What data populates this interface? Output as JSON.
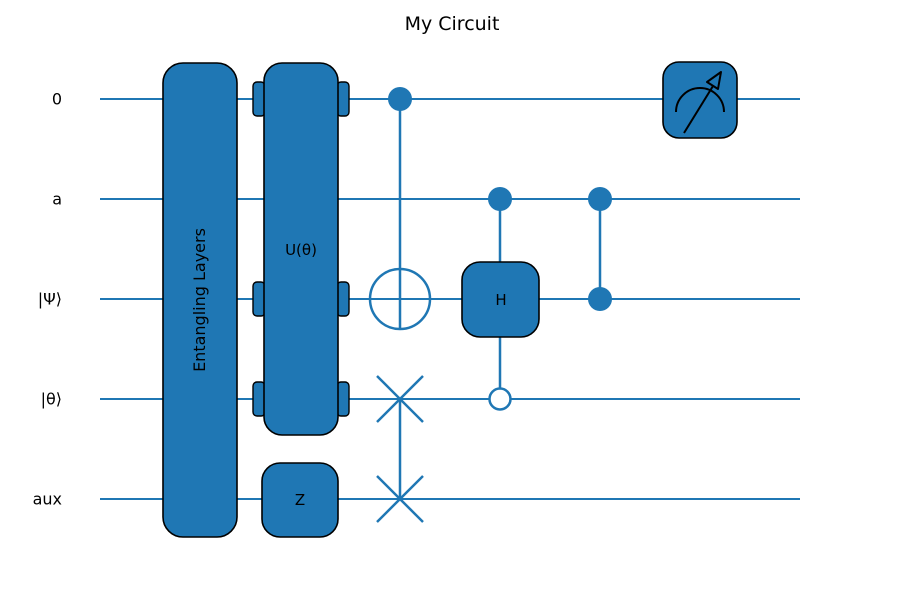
{
  "title": "My Circuit",
  "colors": {
    "primary": "#1f77b4",
    "wire": "#1f77b4",
    "edge": "#000000",
    "background": "#ffffff"
  },
  "wires": [
    {
      "label": "0"
    },
    {
      "label": "a"
    },
    {
      "label": "|Ψ⟩"
    },
    {
      "label": "|θ⟩"
    },
    {
      "label": "aux"
    }
  ],
  "gates": {
    "entangling": {
      "label": "Entangling Layers",
      "type": "multi-qubit-box",
      "wires": [
        "0",
        "a",
        "|Ψ⟩",
        "|θ⟩",
        "aux"
      ]
    },
    "unitary": {
      "label": "U(θ)",
      "type": "multi-qubit-box",
      "wires": [
        "0",
        "|Ψ⟩",
        "|θ⟩"
      ]
    },
    "z_gate": {
      "label": "Z",
      "type": "single-qubit-box",
      "wires": [
        "aux"
      ]
    },
    "cnot": {
      "type": "CNOT",
      "control_wires": [
        "0"
      ],
      "target_wire": "|Ψ⟩"
    },
    "swap": {
      "type": "SWAP",
      "wires": [
        "|θ⟩",
        "aux"
      ]
    },
    "controlled_h": {
      "label": "H",
      "type": "controlled-box",
      "control_wires": [
        "a"
      ],
      "anti_control_wires": [
        "|θ⟩"
      ],
      "target_wire": "|Ψ⟩"
    },
    "cz": {
      "type": "CZ",
      "wires": [
        "a",
        "|Ψ⟩"
      ]
    },
    "measurement": {
      "type": "measurement",
      "wires": [
        "0"
      ]
    }
  },
  "chart_data": {
    "type": "quantum-circuit-diagram",
    "title": "My Circuit",
    "wire_labels": [
      "0",
      "a",
      "|Ψ⟩",
      "|θ⟩",
      "aux"
    ],
    "operations": [
      {
        "name": "Entangling Layers",
        "wires": [
          "0",
          "a",
          "|Ψ⟩",
          "|θ⟩",
          "aux"
        ]
      },
      {
        "name": "U(θ)",
        "wires": [
          "0",
          "|Ψ⟩",
          "|θ⟩"
        ]
      },
      {
        "name": "Z",
        "wires": [
          "aux"
        ]
      },
      {
        "name": "CNOT",
        "control": [
          "0"
        ],
        "target": [
          "|Ψ⟩"
        ]
      },
      {
        "name": "SWAP",
        "wires": [
          "|θ⟩",
          "aux"
        ]
      },
      {
        "name": "Controlled-H",
        "control": [
          "a"
        ],
        "anti_control": [
          "|θ⟩"
        ],
        "target": [
          "|Ψ⟩"
        ]
      },
      {
        "name": "CZ",
        "wires": [
          "a",
          "|Ψ⟩"
        ]
      },
      {
        "name": "measure",
        "wires": [
          "0"
        ]
      }
    ]
  }
}
